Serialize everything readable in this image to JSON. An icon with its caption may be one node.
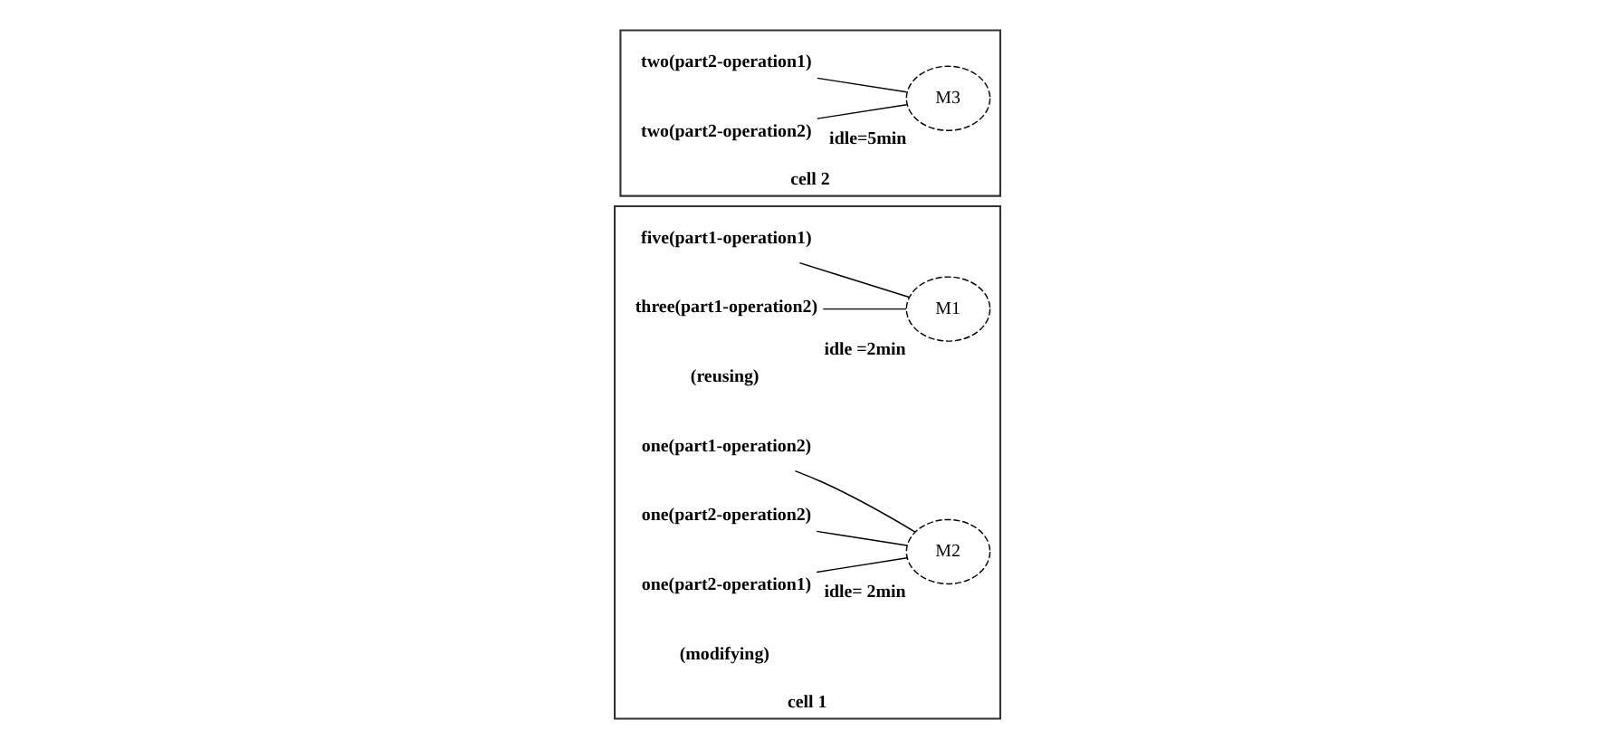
{
  "diagram": {
    "nodes": [
      {
        "text": [
          "cell 1"
        ]
      },
      {
        "text": [
          "five(part1-operation1)"
        ],
        "in": 0
      },
      {
        "text": [
          "three(part1-operation2)"
        ],
        "in": 0
      },
      {
        "text": [
          "M1"
        ],
        "in": 0,
        "beside": [
          "idle =2min"
        ]
      },
      {
        "text": [
          "one(part1-operation2)"
        ],
        "in": 0
      },
      {
        "text": [
          "one(part2-operation2)"
        ],
        "in": 0
      },
      {
        "text": [
          "one(part2-operation1)"
        ],
        "in": 0
      },
      {
        "text": [
          "M2"
        ],
        "in": 0,
        "beside": [
          "idle= 2min"
        ]
      },
      {
        "text": [
          "cell 2"
        ]
      },
      {
        "text": [
          "two(part2-operation1)"
        ],
        "in": 8
      },
      {
        "text": [
          "two(part2-operation2)"
        ],
        "in": 8
      },
      {
        "text": [
          "M3"
        ],
        "in": 8,
        "beside": [
          "idle=5min"
        ]
      }
    ],
    "edges": [
      {
        "from": 1,
        "to": 3,
        "arrow": "none"
      },
      {
        "from": 2,
        "to": 3,
        "arrow": "none"
      },
      {
        "from": 4,
        "to": 7,
        "arrow": "none"
      },
      {
        "from": 5,
        "to": 7,
        "arrow": "none"
      },
      {
        "from": 6,
        "to": 7,
        "arrow": "none"
      },
      {
        "from": 9,
        "to": 11,
        "arrow": "none"
      },
      {
        "from": 10,
        "to": 11,
        "arrow": "none"
      }
    ],
    "labels": [
      "(reusing)",
      "(modifying)"
    ]
  }
}
